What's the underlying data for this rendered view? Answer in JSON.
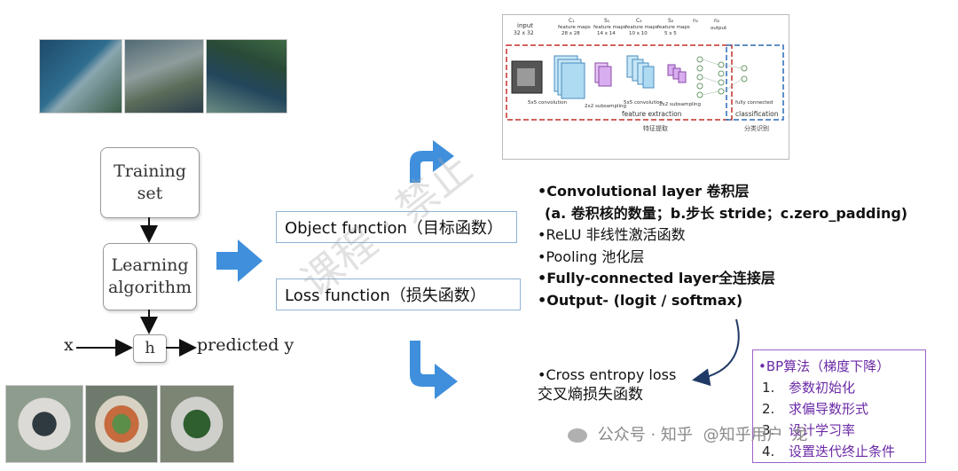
{
  "flow": {
    "training_set": [
      "Training",
      "set"
    ],
    "learning_algorithm": [
      "Learning",
      "algorithm"
    ],
    "x_label": "x",
    "h_label": "h",
    "predicted_label": "predicted y"
  },
  "functions": {
    "object": "Object function（目标函数）",
    "loss": "Loss function（损失函数）"
  },
  "layers": {
    "conv": "•Convolutional layer 卷积层",
    "conv_detail": "(a. 卷积核的数量；b.步长 stride；c.zero_padding)",
    "relu": "•ReLU 非线性激活函数",
    "pooling": "•Pooling 池化层",
    "fc": "•Fully-connected layer全连接层",
    "output": "•Output- (logit / softmax)"
  },
  "loss_text": {
    "line1": "•Cross entropy loss",
    "line2": "交叉熵损失函数"
  },
  "bp": {
    "title": "•BP算法（梯度下降）",
    "steps": [
      {
        "num": "1.",
        "text": "参数初始化"
      },
      {
        "num": "2.",
        "text": "求偏导数形式"
      },
      {
        "num": "3.",
        "text": "设计学习率"
      },
      {
        "num": "4.",
        "text": "设置迭代终止条件"
      }
    ]
  },
  "cnn_figure": {
    "input": "input",
    "input_dims": "32 x 32",
    "c1": "C₁",
    "c1_sub": "feature maps",
    "c1_dims": "28 x 28",
    "s1": "S₁",
    "s1_sub": "feature maps",
    "s1_dims": "14 x 14",
    "c2": "C₂",
    "c2_sub": "feature maps",
    "c2_dims": "10 x 10",
    "s2": "S₂",
    "s2_sub": "feature maps",
    "s2_dims": "5 x 5",
    "n1": "n₁",
    "n2": "n₂",
    "output": "output",
    "op1": "5x5 convolution",
    "op2": "2x2 subsampling",
    "op3": "5x5 convolution",
    "op4": "2x2 subsampling",
    "fully_connected": "fully connected",
    "feature_extraction": "feature extraction",
    "classification": "classification",
    "feature_extraction_cn": "特征提取",
    "classification_cn": "分类识别"
  },
  "watermark": "课程 · 禁止",
  "footer": {
    "wechat": "公众号 · 知乎",
    "handle": "@知乎用户",
    "author": "龙"
  },
  "colors": {
    "arrow_blue": "#3f8fdc",
    "box_border_blue": "#8fb3d6",
    "bp_purple": "#9b62c8",
    "bp_text": "#6b2aa6",
    "dashed_red": "#c0302a",
    "dashed_blue": "#2d6cb8"
  }
}
